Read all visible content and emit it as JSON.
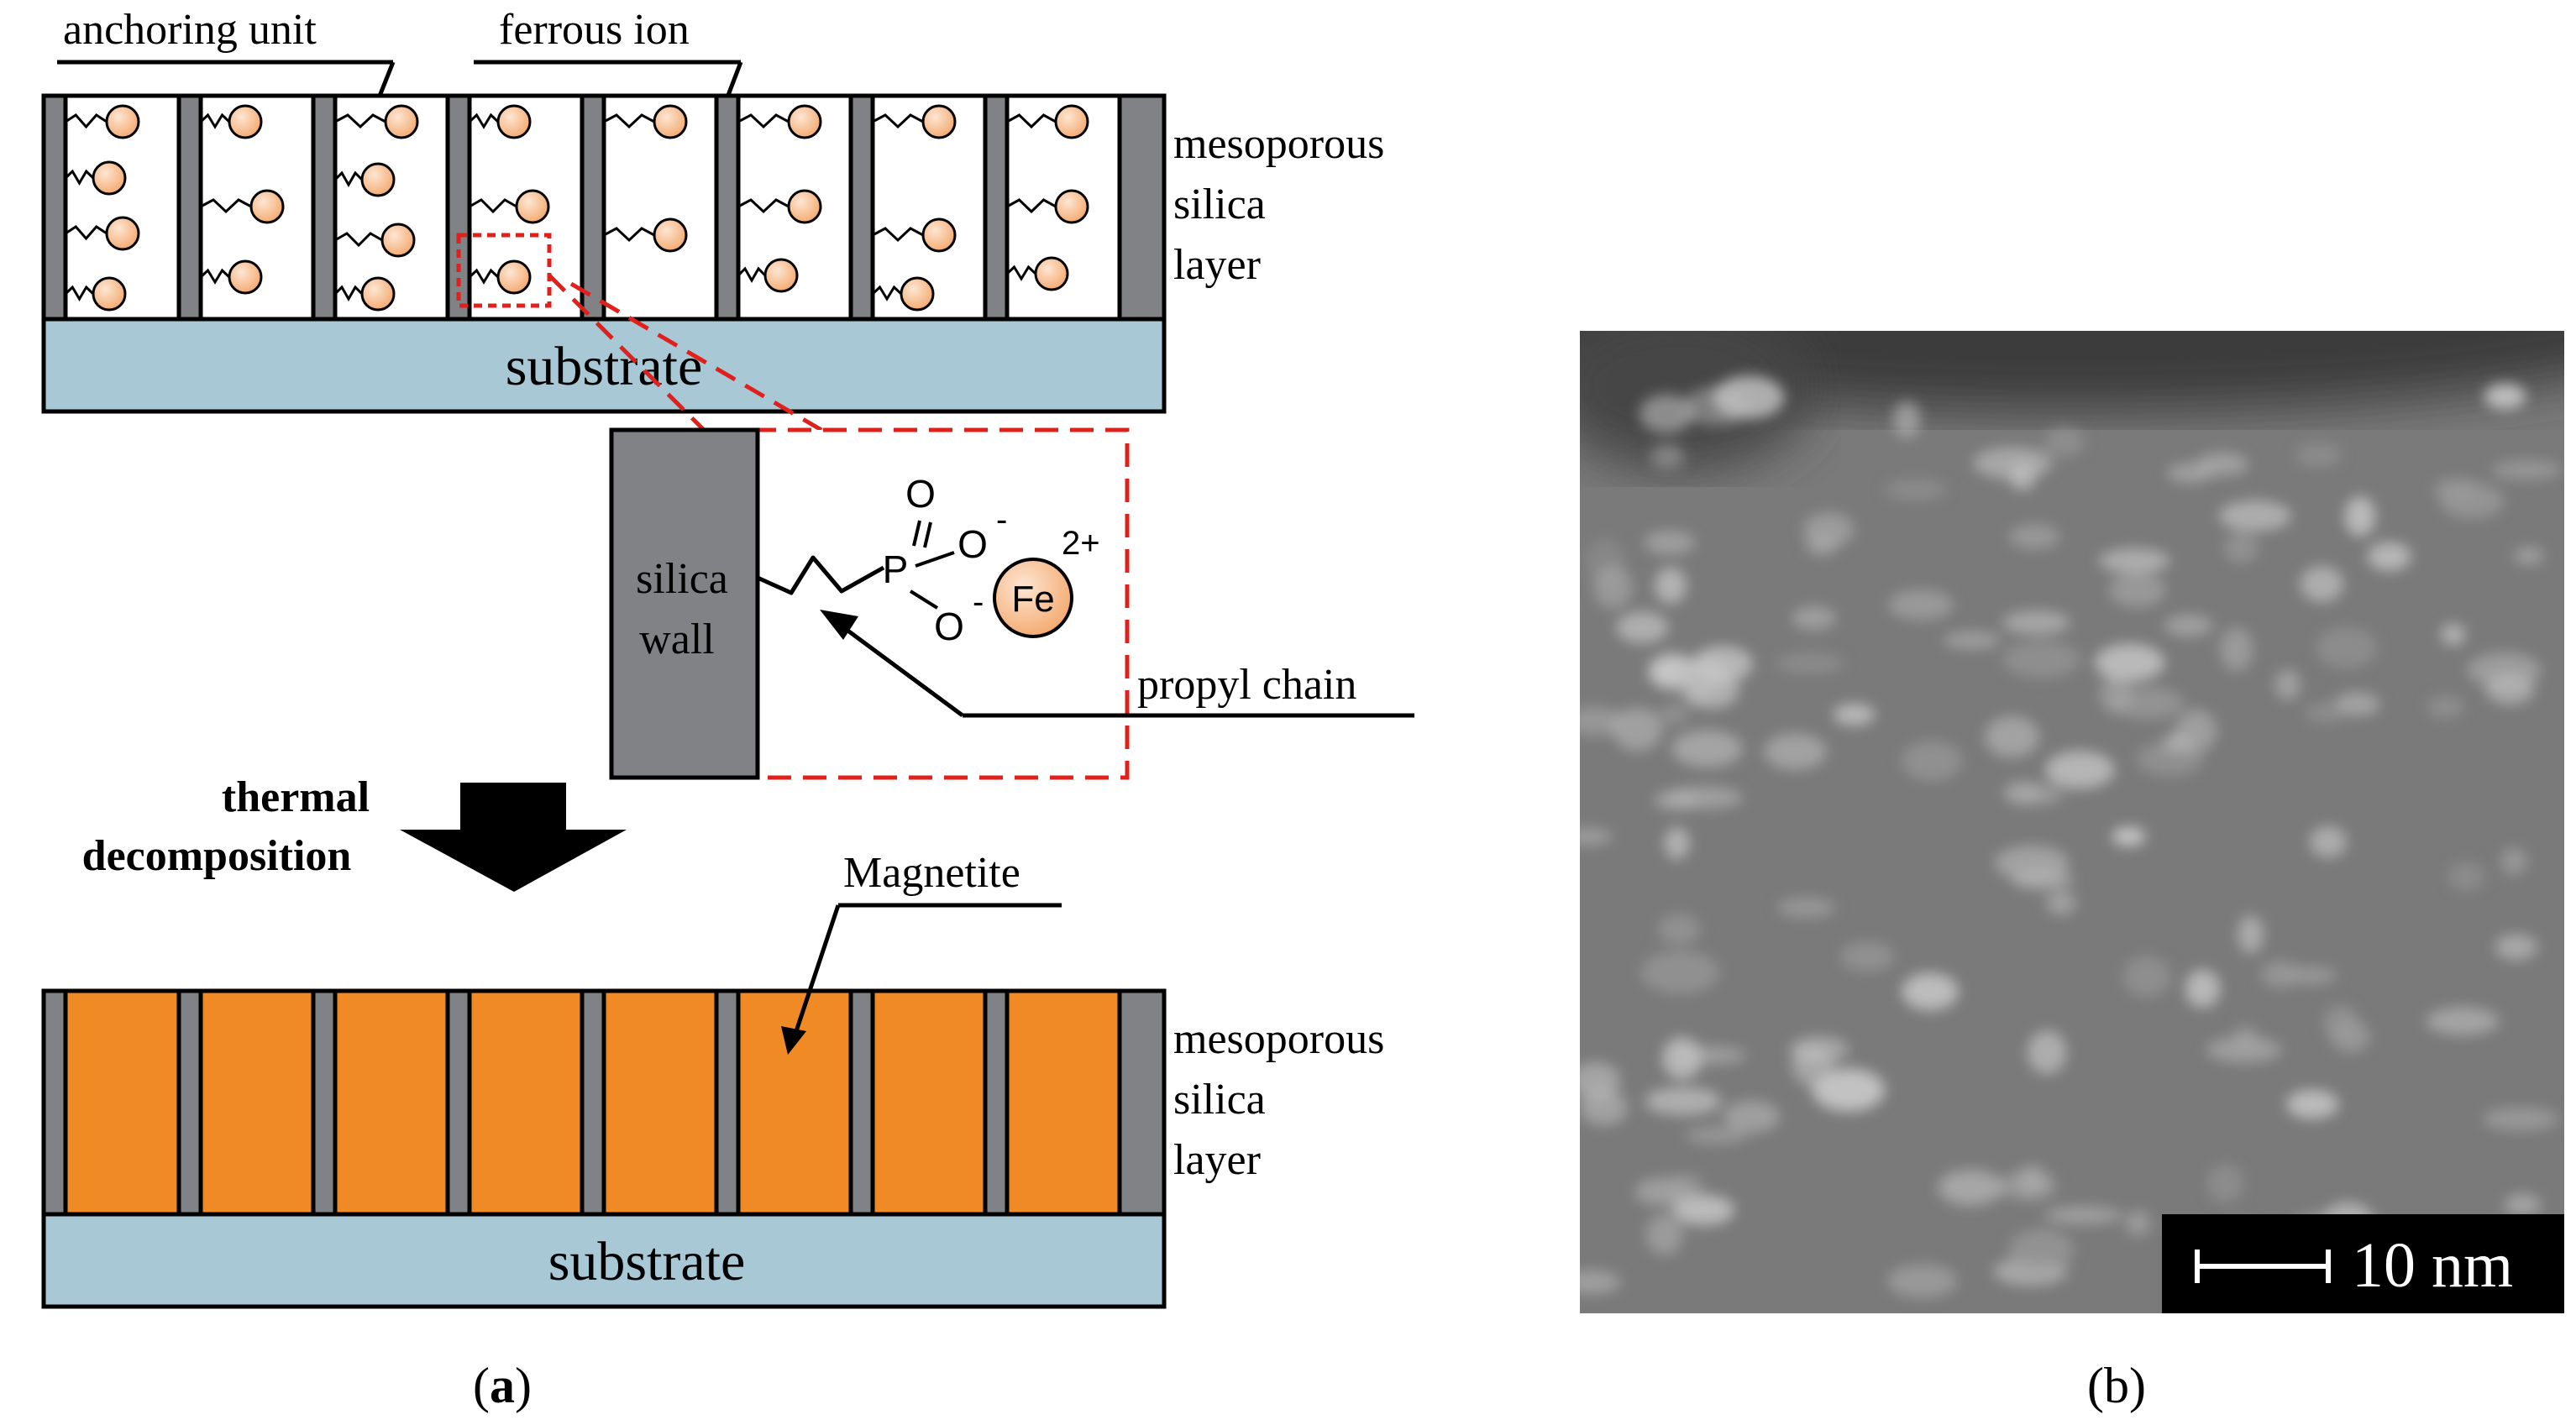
{
  "colors": {
    "silica_wall": "#808285",
    "substrate": "#a9c8d6",
    "magnetite": "#f08a24",
    "ion_fill": "#f7bd8d",
    "zoom_box": "#e0201b",
    "arrow": "#000000"
  },
  "panel_a": {
    "top_labels": {
      "anchoring_unit": "anchoring unit",
      "ferrous_ion": "ferrous ion"
    },
    "layer_label_top": [
      "mesoporous",
      "silica",
      "layer"
    ],
    "substrate_top": "substrate",
    "inset": {
      "wall_label": [
        "silica",
        "wall"
      ],
      "chem": {
        "O_top": "O",
        "O_right": "O",
        "O_bottom": "O",
        "minus": "-",
        "P": "P",
        "Fe": "Fe",
        "charge": "2+"
      },
      "propyl_chain": "propyl chain"
    },
    "process": [
      "thermal",
      "decomposition"
    ],
    "magnetite_label": "Magnetite",
    "layer_label_bottom": [
      "mesoporous",
      "silica",
      "layer"
    ],
    "substrate_bottom": "substrate",
    "caption": {
      "open": "(",
      "letter": "a",
      "close": ")"
    }
  },
  "panel_b": {
    "scale_bar": "10 nm",
    "caption": "(b)",
    "micrograph_icon": "tem-micrograph"
  }
}
